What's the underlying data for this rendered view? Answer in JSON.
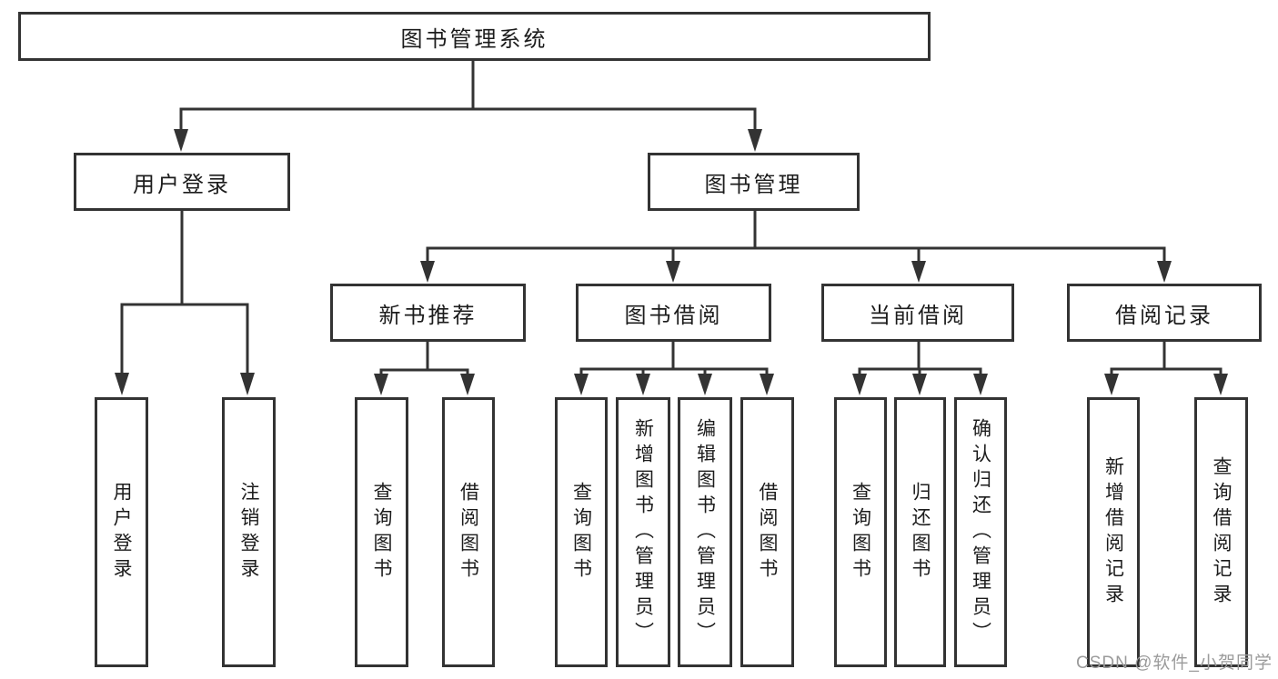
{
  "diagram": {
    "title": "图书管理系统",
    "branches": [
      {
        "label": "用户登录",
        "children": [
          "用户登录",
          "注销登录"
        ]
      },
      {
        "label": "图书管理",
        "children": [
          {
            "label": "新书推荐",
            "children": [
              "查询图书",
              "借阅图书"
            ]
          },
          {
            "label": "图书借阅",
            "children": [
              "查询图书",
              "新增图书（管理员）",
              "编辑图书（管理员）",
              "借阅图书"
            ]
          },
          {
            "label": "当前借阅",
            "children": [
              "查询图书",
              "归还图书",
              "确认归还（管理员）"
            ]
          },
          {
            "label": "借阅记录",
            "children": [
              "新增借阅记录",
              "查询借阅记录"
            ]
          }
        ]
      }
    ]
  },
  "watermark": {
    "text": "CSDN @软件_小贺同学",
    "color": "#9b9b9b"
  },
  "colors": {
    "line": "#333333",
    "text": "#1c1c1c",
    "background": "#ffffff"
  }
}
